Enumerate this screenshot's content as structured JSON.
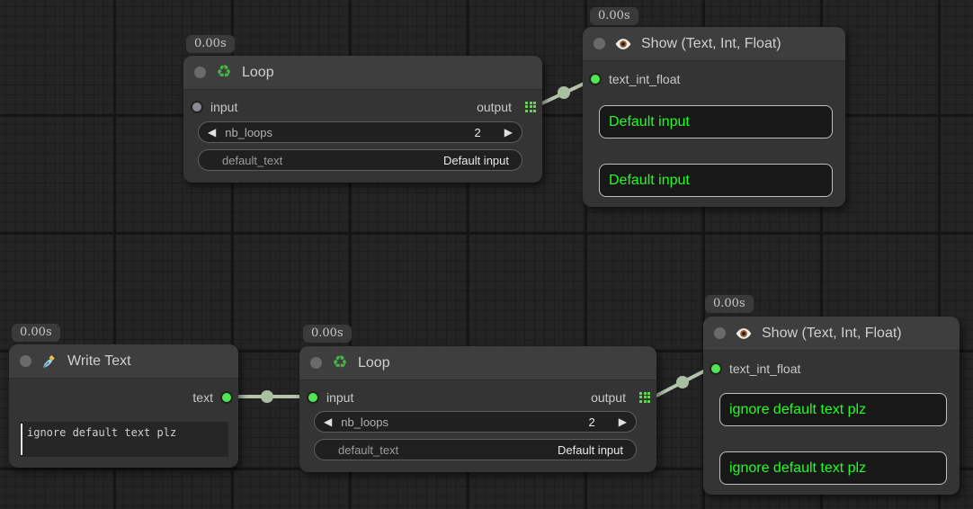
{
  "colors": {
    "canvas_bg": "#242424",
    "grid_minor": "#1c1c1c",
    "grid_major": "#151515",
    "link": "#b5c4ab",
    "link_dot": "#a8bfa0",
    "slot_connected": "#4fe64f",
    "slot_unconnected": "#8a8a96",
    "grid_icon_green": "#63d84e",
    "show_text_green": "#1fff1f"
  },
  "glyphs": {
    "left_arrow": "◀",
    "right_arrow": "▶",
    "recycle": "♻"
  },
  "nodes": {
    "loop_top": {
      "badge": "0.00s",
      "title": "Loop",
      "input_label": "input",
      "output_label": "output",
      "widgets": {
        "nb_loops": {
          "label": "nb_loops",
          "value": "2"
        },
        "default_text": {
          "label": "default_text",
          "value": "Default input"
        }
      }
    },
    "show_top": {
      "badge": "0.00s",
      "title": "Show (Text, Int, Float)",
      "input_label": "text_int_float",
      "boxes": [
        "Default input",
        "Default input"
      ]
    },
    "write_text": {
      "badge": "0.00s",
      "title": "Write Text",
      "output_label": "text",
      "textarea_value": "ignore default text plz"
    },
    "loop_bottom": {
      "badge": "0.00s",
      "title": "Loop",
      "input_label": "input",
      "output_label": "output",
      "widgets": {
        "nb_loops": {
          "label": "nb_loops",
          "value": "2"
        },
        "default_text": {
          "label": "default_text",
          "value": "Default input"
        }
      }
    },
    "show_bottom": {
      "badge": "0.00s",
      "title": "Show (Text, Int, Float)",
      "input_label": "text_int_float",
      "boxes": [
        "ignore default text plz",
        "ignore default text plz"
      ]
    }
  }
}
